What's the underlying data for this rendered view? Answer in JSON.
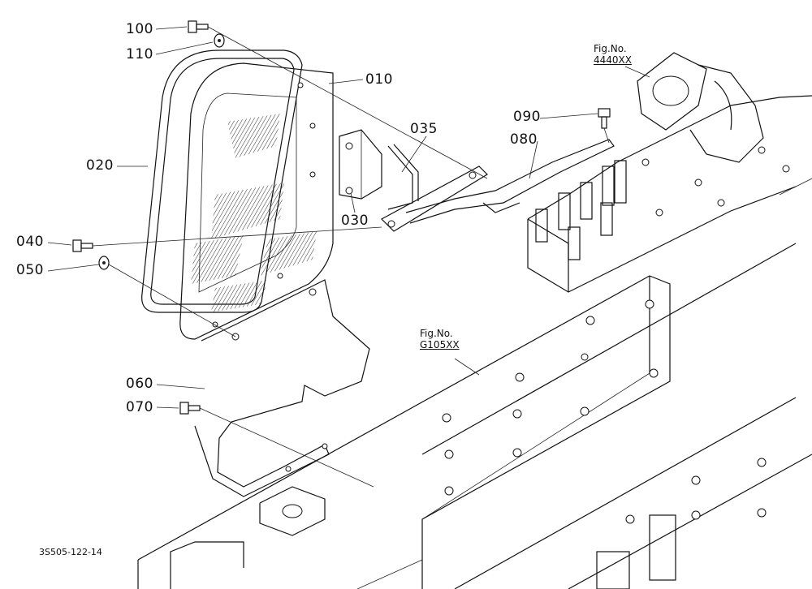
{
  "labels": {
    "p100": "100",
    "p110": "110",
    "p010": "010",
    "p020": "020",
    "p035": "035",
    "p090": "090",
    "p080": "080",
    "p030": "030",
    "p040": "040",
    "p050": "050",
    "p060": "060",
    "p070": "070"
  },
  "refs": {
    "upper": {
      "line1": "Fig.No.",
      "line2": "4440XX"
    },
    "lower": {
      "line1": "Fig.No.",
      "line2": "G105XX"
    }
  },
  "doc_id": "3S505-122-14",
  "colors": {
    "ink": "#111111",
    "paper": "#ffffff"
  }
}
